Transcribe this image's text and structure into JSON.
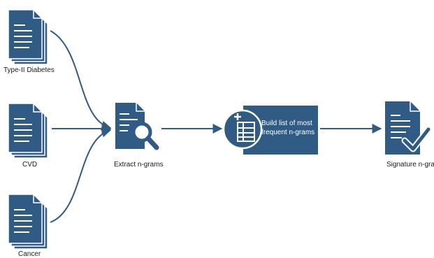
{
  "colors": {
    "primary": "#2f5b85",
    "line": "#2f5b85",
    "text": "#1a1a1a",
    "background": "#ffffff"
  },
  "inputs": [
    {
      "label": "Type-II Diabetes",
      "icon": "document-stack-icon"
    },
    {
      "label": "CVD",
      "icon": "document-stack-icon"
    },
    {
      "label": "Cancer",
      "icon": "document-stack-icon"
    }
  ],
  "extract": {
    "label": "Extract n-grams",
    "icon": "document-magnifier-icon"
  },
  "build": {
    "label": "Build list of most frequent n-grams",
    "icon": "table-add-icon"
  },
  "output": {
    "label": "Signature n-grams",
    "icon": "document-check-icon"
  }
}
